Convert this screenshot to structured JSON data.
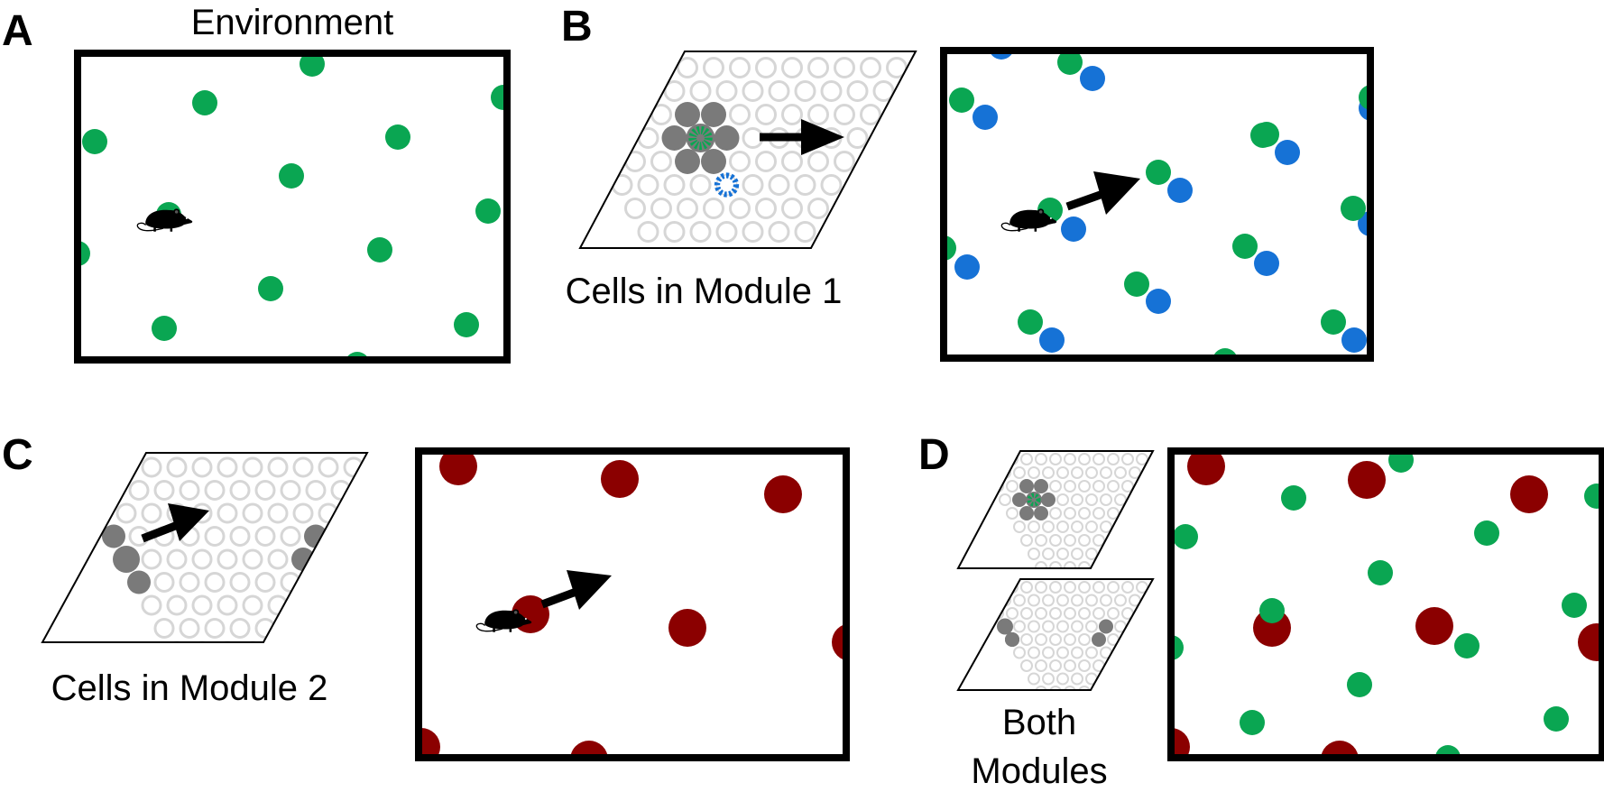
{
  "panels": {
    "a": {
      "label": "A",
      "title": "Environment"
    },
    "b": {
      "label": "B",
      "caption": "Cells in Module 1"
    },
    "c": {
      "label": "C",
      "caption": "Cells in Module 2"
    },
    "d": {
      "label": "D",
      "caption_line1": "Both",
      "caption_line2": "Modules"
    }
  },
  "colors": {
    "module1_field": "#0aa652",
    "module1_shift": "#1672d6",
    "module2_field": "#8b0000",
    "active_cell": "#7a7a7a",
    "inactive_cell": "#d6d6d6",
    "frame": "#000000"
  },
  "icons": [
    "rat-icon",
    "arrow-icon"
  ]
}
